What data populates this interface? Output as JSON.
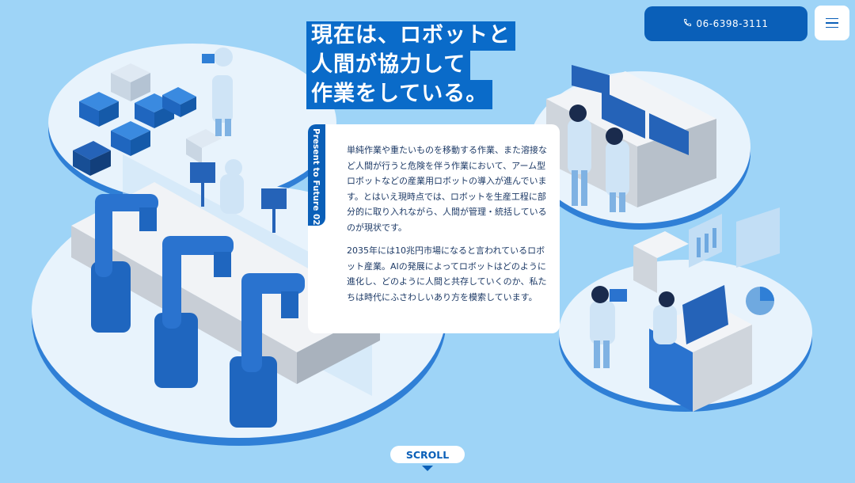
{
  "headline": {
    "line1": "現在は、ロボットと",
    "line2": "人間が協力して",
    "line3": "作業をしている。"
  },
  "card": {
    "tab_label": "Present to Future 02",
    "paragraph1": "単純作業や重たいものを移動する作業、また溶接など人間が行うと危険を伴う作業において、アーム型ロボットなどの産業用ロボットの導入が進んでいます。とはいえ現時点では、ロボットを生産工程に部分的に取り入れながら、人間が管理・統括しているのが現状です。",
    "paragraph2": "2035年には10兆円市場になると言われているロボット産業。AIの発展によってロボットはどのように進化し、どのように人間と共存していくのか、私たちは時代にふさわしいあり方を模索しています。"
  },
  "header": {
    "phone_icon": "phone-icon",
    "phone_number": "06-6398-3111",
    "menu_icon": "hamburger-icon"
  },
  "scroll": {
    "label": "SCROLL",
    "arrow_icon": "triangle-down-icon"
  },
  "colors": {
    "background": "#9ed4f7",
    "brand_blue": "#0a5fb8",
    "headline_bg": "#0a6bc9",
    "card_bg": "#ffffff"
  }
}
